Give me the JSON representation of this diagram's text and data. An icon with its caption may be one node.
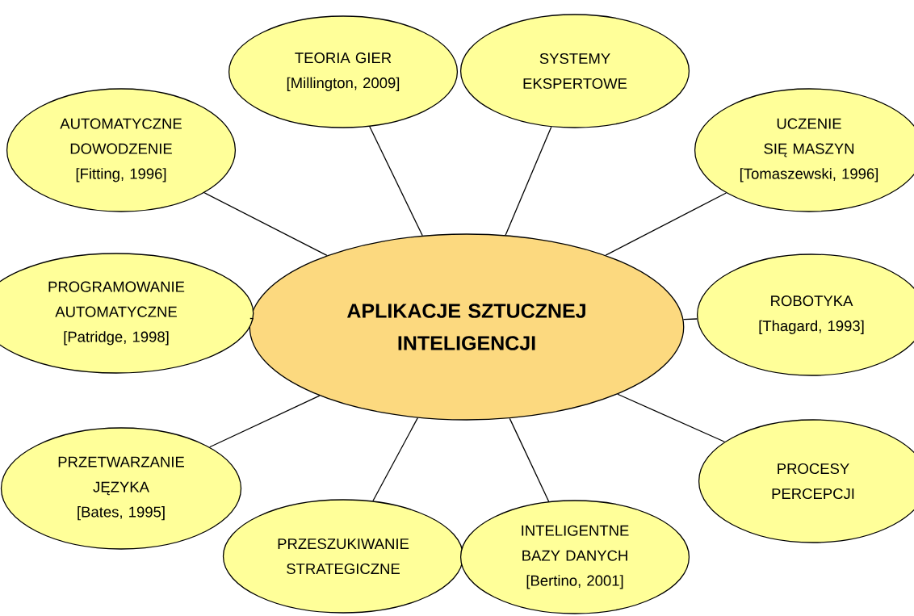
{
  "diagram": {
    "nodes": [
      {
        "text": [
          "APLIKACJE SZTUCZNEJ INTELIGENCJI"
        ]
      },
      {
        "text": [
          "TEORIA GIER",
          "[Millington, 2009]"
        ]
      },
      {
        "text": [
          "SYSTEMY EKSPERTOWE"
        ]
      },
      {
        "text": [
          "AUTOMATYCZNE DOWODZENIE",
          "[Fitting, 1996]"
        ]
      },
      {
        "text": [
          "UCZENIE SIĘ MASZYN",
          "[Tomaszewski, 1996]"
        ]
      },
      {
        "text": [
          "PROGRAMOWANIE AUTOMATYCZNE",
          "[Patridge, 1998]"
        ]
      },
      {
        "text": [
          "ROBOTYKA",
          "[Thagard, 1993]"
        ]
      },
      {
        "text": [
          "PRZETWARZANIE JĘZYKA",
          "[Bates, 1995]"
        ]
      },
      {
        "text": [
          "PROCESY PERCEPCJI"
        ]
      },
      {
        "text": [
          "PRZESZUKIWANIE STRATEGICZNE"
        ]
      },
      {
        "text": [
          "INTELIGENTNE BAZY DANYCH",
          "[Bertino, 2001]"
        ]
      }
    ],
    "edges": [
      {
        "from": 0,
        "to": 1,
        "arrow": "none"
      },
      {
        "from": 0,
        "to": 2,
        "arrow": "none"
      },
      {
        "from": 0,
        "to": 3,
        "arrow": "none"
      },
      {
        "from": 0,
        "to": 4,
        "arrow": "none"
      },
      {
        "from": 0,
        "to": 5,
        "arrow": "none"
      },
      {
        "from": 0,
        "to": 6,
        "arrow": "none"
      },
      {
        "from": 0,
        "to": 7,
        "arrow": "none"
      },
      {
        "from": 0,
        "to": 8,
        "arrow": "none"
      },
      {
        "from": 0,
        "to": 9,
        "arrow": "none"
      },
      {
        "from": 0,
        "to": 10,
        "arrow": "none"
      }
    ]
  }
}
